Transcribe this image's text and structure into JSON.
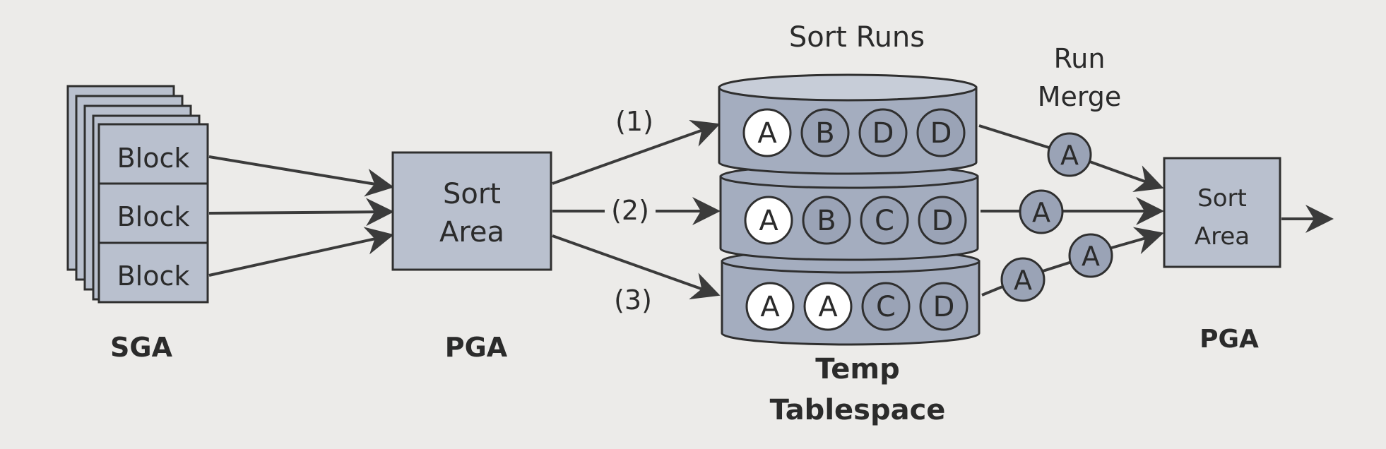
{
  "sga": {
    "label": "SGA",
    "blocks": [
      "Block",
      "Block",
      "Block"
    ]
  },
  "pga_left": {
    "box_line1": "Sort",
    "box_line2": "Area",
    "label": "PGA"
  },
  "paths": [
    "(1)",
    "(2)",
    "(3)"
  ],
  "sort_runs_title": "Sort Runs",
  "temp_tablespace": {
    "line1": "Temp",
    "line2": "Tablespace"
  },
  "runs": [
    [
      {
        "letter": "A",
        "style": "white"
      },
      {
        "letter": "B",
        "style": "dark"
      },
      {
        "letter": "D",
        "style": "dark"
      },
      {
        "letter": "D",
        "style": "dark"
      }
    ],
    [
      {
        "letter": "A",
        "style": "white"
      },
      {
        "letter": "B",
        "style": "dark"
      },
      {
        "letter": "C",
        "style": "dark"
      },
      {
        "letter": "D",
        "style": "dark"
      }
    ],
    [
      {
        "letter": "A",
        "style": "white"
      },
      {
        "letter": "A",
        "style": "white"
      },
      {
        "letter": "C",
        "style": "dark"
      },
      {
        "letter": "D",
        "style": "dark"
      }
    ]
  ],
  "run_merge": {
    "line1": "Run",
    "line2": "Merge"
  },
  "merge_balls": [
    "A",
    "A",
    "A",
    "A"
  ],
  "pga_right": {
    "box_line1": "Sort",
    "box_line2": "Area",
    "label": "PGA"
  }
}
